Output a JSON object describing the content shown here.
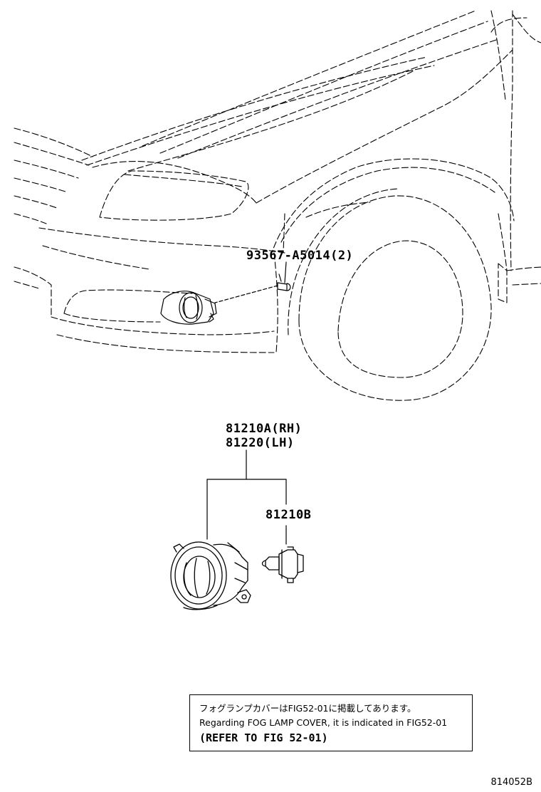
{
  "parts": {
    "bolt": "93567-A5014(2)",
    "fog_lamp_rh": "81210A(RH)",
    "fog_lamp_lh": "81220(LH)",
    "bulb": "81210B"
  },
  "note": {
    "line_jp": "フォグランプカバーはFIG52-01に掲載してあります。",
    "line_en": "Regarding FOG LAMP COVER, it is indicated in FIG52-01",
    "line_ref": "(REFER TO FIG 52-01)"
  },
  "figure_id": "814052B",
  "colors": {
    "line": "#000000",
    "background": "#ffffff"
  }
}
